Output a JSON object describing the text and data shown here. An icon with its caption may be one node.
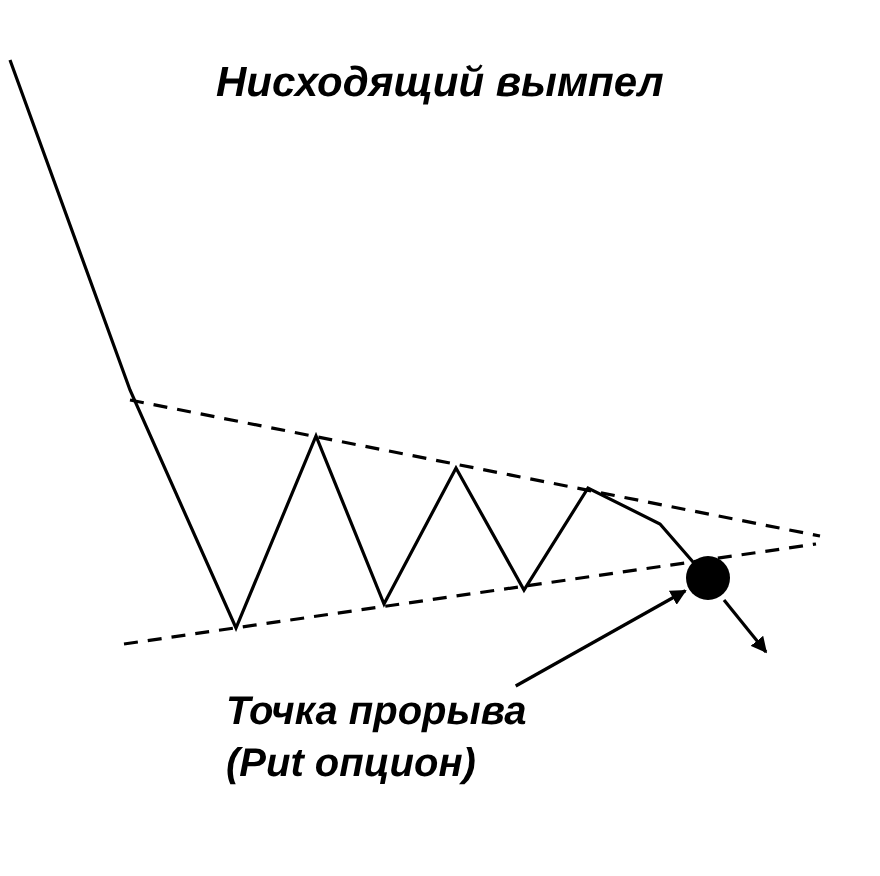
{
  "diagram": {
    "title": "Нисходящий вымпел",
    "nodes": [
      {
        "text": [
          "Точка прорыва (Put опцион)"
        ]
      },
      {
        "text": [],
        "shape": "circle"
      }
    ],
    "edges": [
      {
        "from": 0,
        "to": 1,
        "arrow": "to"
      }
    ]
  }
}
